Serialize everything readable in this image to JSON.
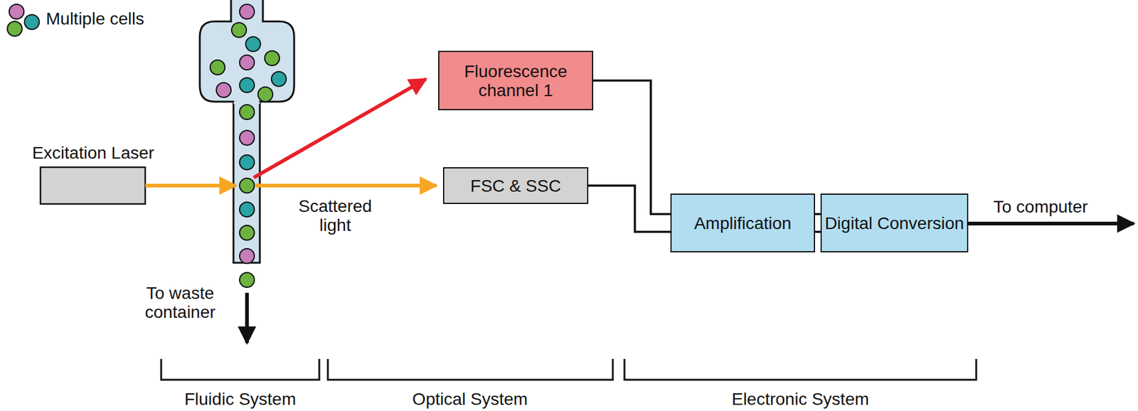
{
  "diagram": {
    "nodes": [
      {
        "text": [
          "Fluorescence channel 1"
        ]
      },
      {
        "text": [
          "FSC & SSC"
        ]
      },
      {
        "text": [
          "Amplification"
        ]
      },
      {
        "text": [
          "Digital Conversion"
        ]
      }
    ],
    "edges": [
      {
        "from": 0,
        "to": 2,
        "arrow": "none"
      },
      {
        "from": 1,
        "to": 2,
        "arrow": "none"
      },
      {
        "from": 2,
        "to": 3,
        "arrow": "none"
      }
    ],
    "labels": [
      "Multiple cells",
      "Excitation Laser",
      "Scattered light",
      "To waste container",
      "To computer",
      "Fluidic System",
      "Optical System",
      "Electronic System"
    ]
  }
}
